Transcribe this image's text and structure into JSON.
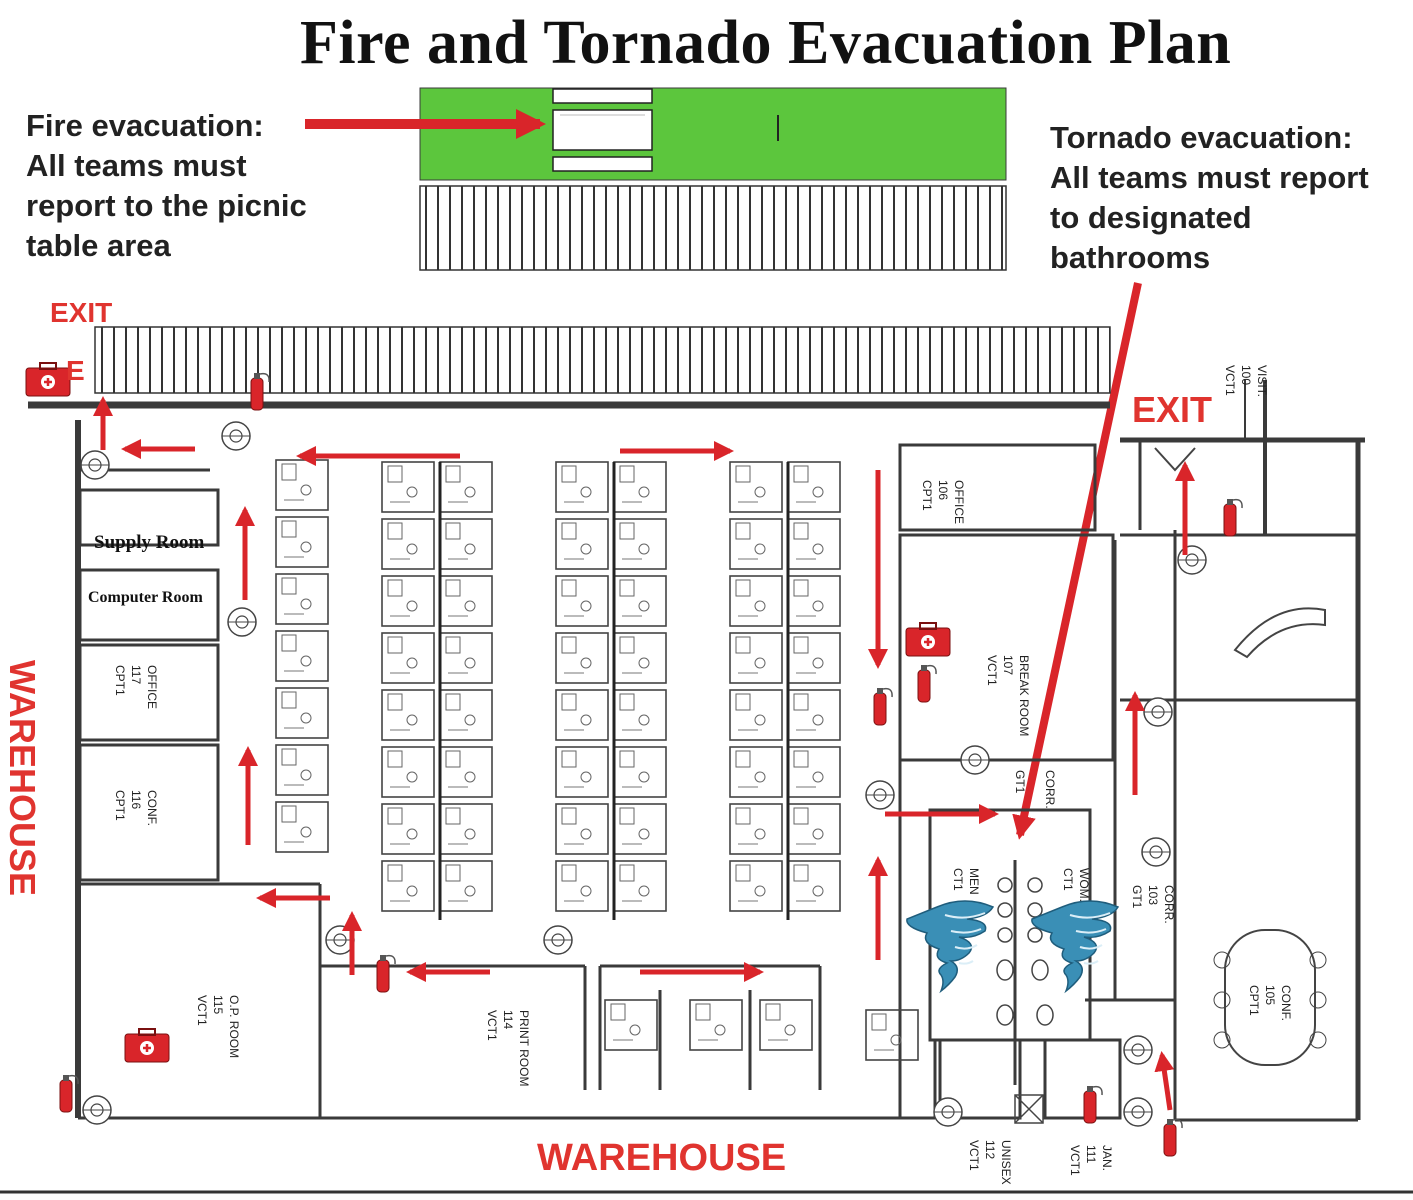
{
  "title": "Fire and Tornado Evacuation Plan",
  "notes": {
    "fire_line1": "Fire evacuation:",
    "fire_line2": "All teams must",
    "fire_line3": "report to the picnic",
    "fire_line4": "table area",
    "tornado_line1": "Tornado evacuation:",
    "tornado_line2": "All teams must report",
    "tornado_line3": "to designated",
    "tornado_line4": "bathrooms"
  },
  "labels": {
    "exit_left": "EXIT",
    "exit_left_e": "E",
    "exit_right": "EXIT",
    "warehouse_left": "WAREHOUSE",
    "warehouse_bottom": "WAREHOUSE",
    "supply_room": "Supply Room",
    "computer_room": "Computer Room"
  },
  "room_tags": {
    "office": "OFFICE",
    "office_num": "117",
    "office_code": "CPT1",
    "conf": "CONF.",
    "conf_num": "116",
    "conf_code": "CPT1",
    "op_room": "O.P. ROOM",
    "op_num": "115",
    "op_code": "VCT1",
    "print_room": "PRINT ROOM",
    "print_num": "114",
    "print_code": "VCT1",
    "break_room": "BREAK ROOM",
    "break_num": "107",
    "break_code": "VCT1",
    "office2": "OFFICE",
    "office2_num": "106",
    "office2_code": "CPT1",
    "visit": "VISIT.",
    "visit_num": "100",
    "visit_code": "VCT1",
    "corr1": "CORR.",
    "corr1_code": "GT1",
    "corr2": "CORR.",
    "corr2_num": "103",
    "corr2_code": "GT1",
    "conf2": "CONF.",
    "conf2_num": "105",
    "conf2_code": "CPT1",
    "unisex": "UNISEX",
    "unisex_num": "112",
    "unisex_code": "VCT1",
    "jan": "JAN.",
    "jan_num": "111",
    "jan_code": "VCT1",
    "men": "MEN",
    "men_code": "CT1",
    "women": "WOM.",
    "women_code": "CT1"
  },
  "colors": {
    "exit_red": "#e0342f",
    "arrow_red": "#d9252a",
    "grass_green": "#5cc63d",
    "wall": "#3a3a3a",
    "tornado_blue": "#3a8fb6"
  }
}
